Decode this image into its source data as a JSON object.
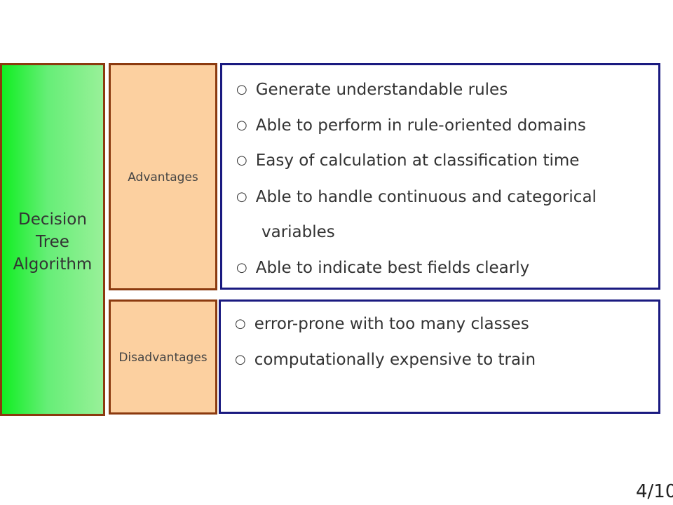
{
  "diagram": {
    "main_label_lines": [
      "Decision",
      "Tree",
      "Algorithm"
    ],
    "advantages": {
      "label": "Advantages",
      "items": [
        "Generate understandable rules",
        "Able to perform in rule-oriented domains",
        "Easy of calculation at classification time",
        "Able to handle continuous and categorical",
        "variables",
        "Able to indicate best fields clearly"
      ]
    },
    "disadvantages": {
      "label": "Disadvantages",
      "items": [
        "error-prone with too many classes",
        "computationally expensive to train"
      ]
    },
    "bullet_symbol": "○"
  },
  "page_number": "4/10",
  "colors": {
    "main_fill_start": "#11ee22",
    "main_fill_end": "#99f099",
    "category_fill": "#fcd0a0",
    "category_border": "#8b3a0f",
    "content_border": "#1a1a80"
  }
}
